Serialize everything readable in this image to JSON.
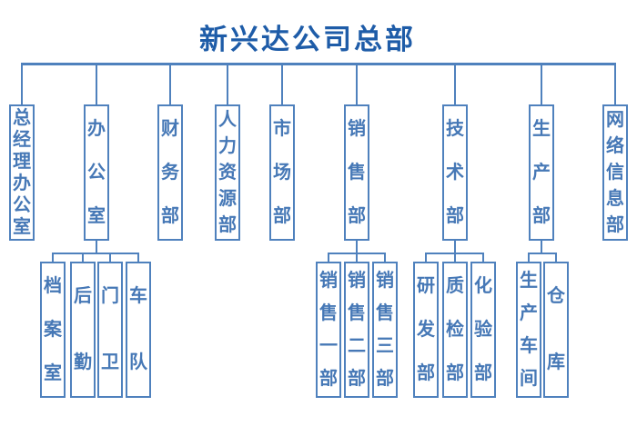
{
  "title": "新兴达公司总部",
  "departments": [
    {
      "label": "总经理办公室",
      "children": []
    },
    {
      "label": "办公室",
      "children": [
        {
          "label": "档案室"
        },
        {
          "label": "后勤"
        },
        {
          "label": "门卫"
        },
        {
          "label": "车队"
        }
      ]
    },
    {
      "label": "财务部",
      "children": []
    },
    {
      "label": "人力资源部",
      "children": []
    },
    {
      "label": "市场部",
      "children": []
    },
    {
      "label": "销售部",
      "children": [
        {
          "label": "销售一部"
        },
        {
          "label": "销售二部"
        },
        {
          "label": "销售三部"
        }
      ]
    },
    {
      "label": "技术部",
      "children": [
        {
          "label": "研发部"
        },
        {
          "label": "质检部"
        },
        {
          "label": "化验部"
        }
      ]
    },
    {
      "label": "生产部",
      "children": [
        {
          "label": "生产车间"
        },
        {
          "label": "仓库"
        }
      ]
    },
    {
      "label": "网络信息部",
      "children": []
    }
  ],
  "colors": {
    "title_text": "#1E5CA8",
    "box_border": "#4F81BD",
    "box_text": "#4678B6",
    "connector": "#4F81BD",
    "background": "#FFFFFF"
  }
}
